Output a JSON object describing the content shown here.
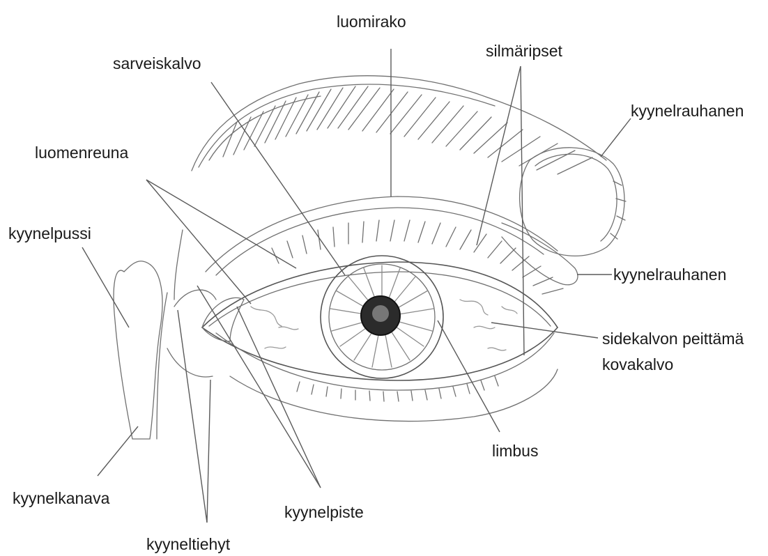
{
  "labels": {
    "luomirako": "luomirako",
    "sarveiskalvo": "sarveiskalvo",
    "silmaripset": "silmäripset",
    "kyynelrauhanen_top": "kyynelrauhanen",
    "luomenreuna": "luomenreuna",
    "kyynelpussi": "kyynelpussi",
    "kyynelrauhanen_mid": "kyynelrauhanen",
    "sidekalvo_line1": "sidekalvon peittämä",
    "sidekalvo_line2": "kovakalvo",
    "limbus": "limbus",
    "kyynelkanava": "kyynelkanava",
    "kyynelpiste": "kyynelpiste",
    "kyyneltiehyt": "kyyneltiehyt"
  }
}
